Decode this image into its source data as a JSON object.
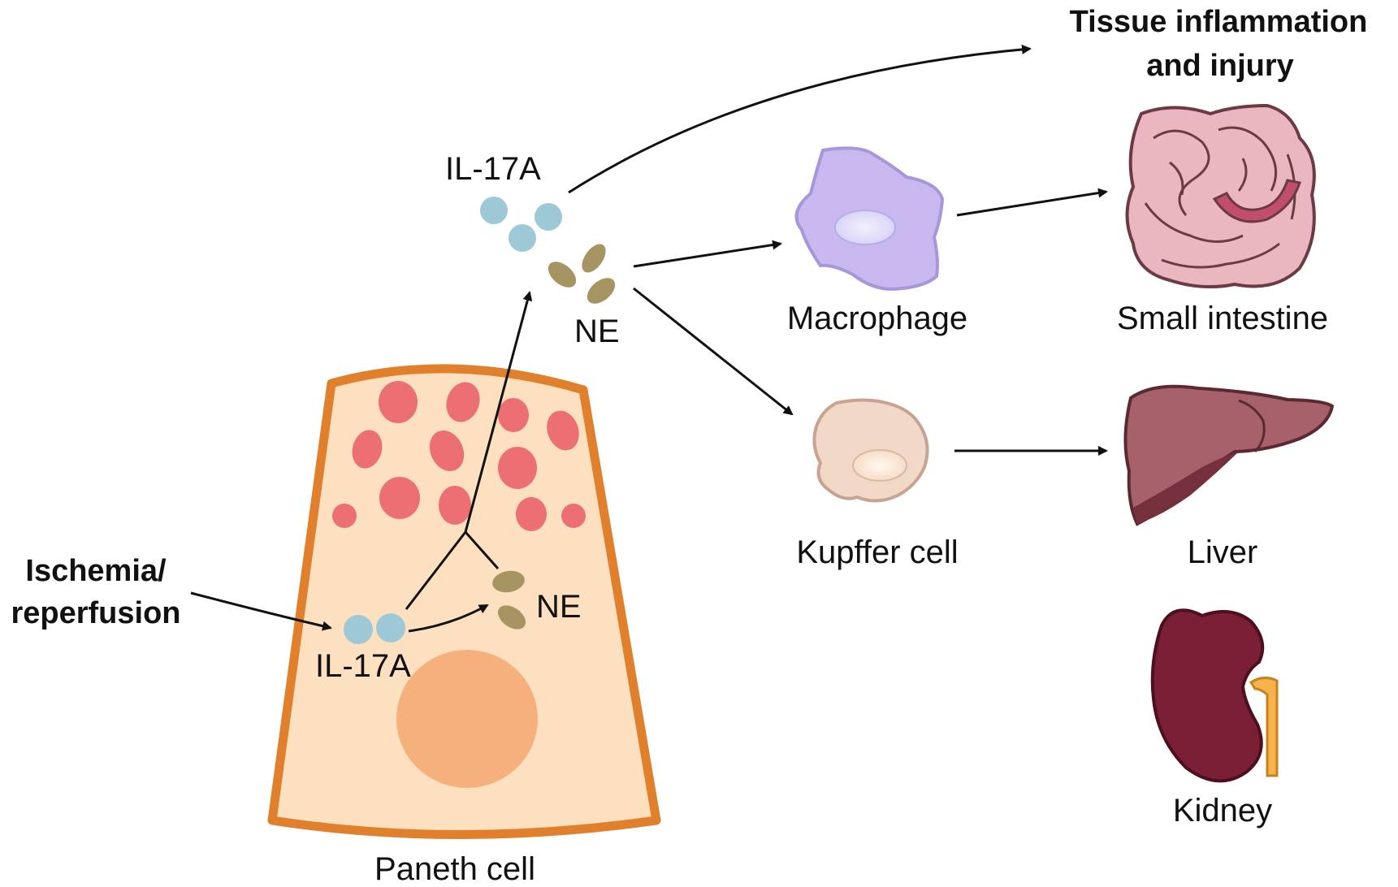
{
  "labels": {
    "outcome_line1": "Tissue inflammation",
    "outcome_line2": "and injury",
    "il17a_top": "IL-17A",
    "ne_top": "NE",
    "macrophage": "Macrophage",
    "kupffer": "Kupffer cell",
    "small_intestine": "Small intestine",
    "liver": "Liver",
    "kidney": "Kidney",
    "stimulus_line1": "Ischemia/",
    "stimulus_line2": "reperfusion",
    "il17a_inner": "IL-17A",
    "ne_inner": "NE",
    "paneth": "Paneth cell"
  },
  "colors": {
    "cell_fill": "#fde0bf",
    "cell_border": "#e07f2c",
    "granule": "#ec6f74",
    "nucleus": "#f5b07c",
    "il17a": "#9dc9d7",
    "ne": "#a69463",
    "macrophage": "#c9b8ef",
    "kupffer": "#f1d8c7",
    "intestine": "#eab6c0",
    "liver": "#8c4a56",
    "kidney": "#7a1f36"
  }
}
